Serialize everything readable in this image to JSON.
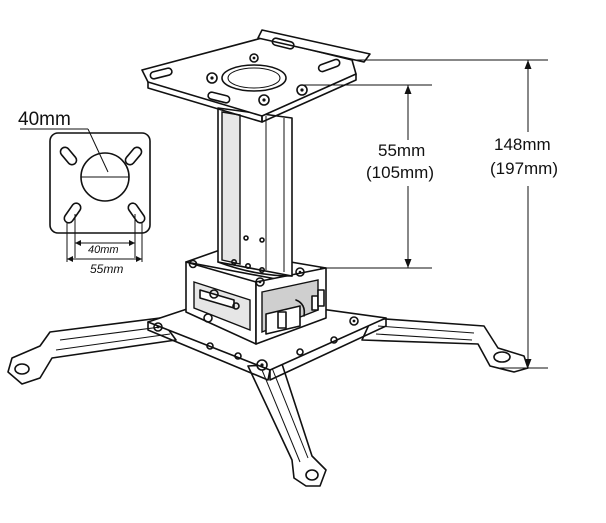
{
  "inset": {
    "hole_label": "40mm",
    "inner_span_label": "40mm",
    "outer_span_label": "55mm"
  },
  "dimensions": {
    "column_height": "55mm",
    "column_height_extended": "(105mm)",
    "total_height": "148mm",
    "total_height_extended": "(197mm)"
  }
}
